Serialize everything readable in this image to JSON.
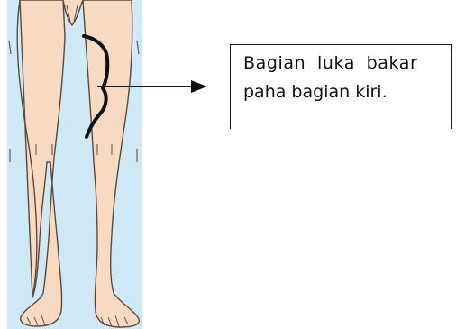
{
  "caption": {
    "line1": "Bagian luka bakar",
    "line2": "paha bagian kiri."
  },
  "colors": {
    "background_panel": "#cfe9f7",
    "skin": "#f8d9c2",
    "skin_outline": "#5a4a40",
    "burn_marker": "#111111",
    "arrow": "#111111"
  },
  "icons": [
    "legs-illustration",
    "burn-area-bracket",
    "pointer-arrow"
  ]
}
